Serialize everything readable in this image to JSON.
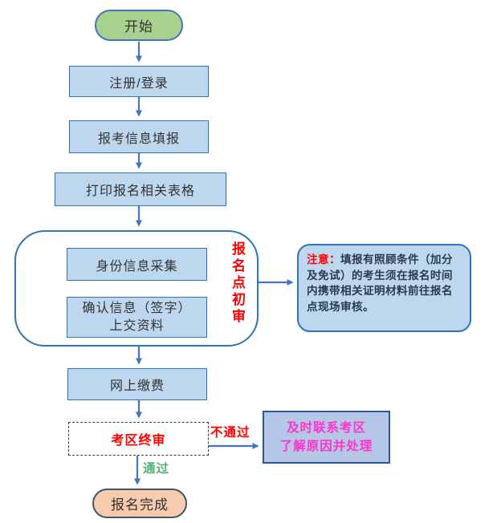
{
  "theme": {
    "box-fill": "#bdd7ee",
    "box-border": "#2e75b6",
    "arrow-color": "#4472c4",
    "start-fill": "#a9d18e",
    "start-border": "#4472c4",
    "end-fill": "#f8cbad",
    "end-border": "#44546a",
    "alert-red": "#ff0000",
    "pass-green": "#52b373",
    "fail-pink": "#ff33cc",
    "contact-fill": "#b4c7e7",
    "contact-border": "#2f5597",
    "text-dark": "#333333",
    "note-text": "#2a3a55"
  },
  "nodes": {
    "start": "开始",
    "register": "注册/登录",
    "fill_info": "报考信息填报",
    "print_forms": "打印报名相关表格",
    "identity_collect": "身份信息采集",
    "confirm_info_line1": "确认信息（签字）",
    "confirm_info_line2": "上交资料",
    "initial_review_label": "报名点初审",
    "online_payment": "网上缴费",
    "final_review": "考区终审",
    "complete": "报名完成"
  },
  "note": {
    "prefix": "注意：",
    "body": "填报有照顾条件（加分及免试）的考生须在报名时间内携带相关证明材料前往报名点现场审核。"
  },
  "branches": {
    "fail_label": "不通过",
    "pass_label": "通过",
    "fail_action_line1": "及时联系考区",
    "fail_action_line2": "了解原因并处理"
  }
}
